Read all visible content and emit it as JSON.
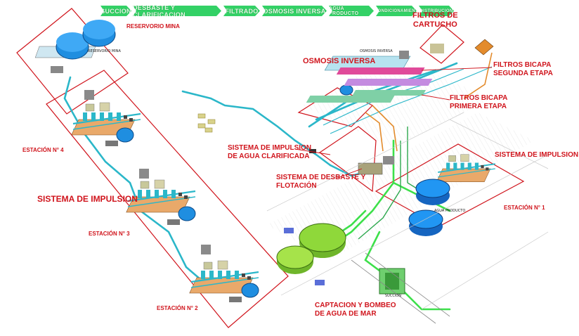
{
  "process_steps": [
    "SUCCION",
    "DESBASTE Y CLARIFICACION",
    "FILTRADO",
    "OSMOSIS INVERSA",
    "AGUA PRODUCTO",
    "ACONDICIONAMIENTO",
    "DISTRIBUCION"
  ],
  "labels": {
    "reservorio": "RESERVORIO MINA",
    "filtros_cartucho": "FILTROS DE\nCARTUCHO",
    "osmosis": "OSMOSIS INVERSA",
    "bicapa_2": "FILTROS BICAPA\nSEGUNDA ETAPA",
    "bicapa_1": "FILTROS BICAPA\nPRIMERA ETAPA",
    "estacion_4": "ESTACIÓN N° 4",
    "impulsion_clarificada": "SISTEMA DE IMPULSION\nDE AGUA CLARIFICADA",
    "impulsion_right": "SISTEMA DE IMPULSION",
    "desbaste": "SISTEMA DE DESBASTE Y\nFLOTACIÓN",
    "impulsion_main": "SISTEMA DE IMPULSION",
    "estacion_1": "ESTACIÓN N° 1",
    "estacion_3": "ESTACIÓN N° 3",
    "captacion": "CAPTACION Y BOMBEO\nDE AGUA DE MAR",
    "estacion_2": "ESTACIÓN N° 2",
    "agua_producto_tank": "AGUA PRODUCTO",
    "osmosis_small": "OSMOSIS INVERSA",
    "succion_box": "SUCCION"
  },
  "colors": {
    "accent_red": "#d0141c",
    "pipe_cyan": "#2bb7c9",
    "pipe_green": "#3de04a",
    "tank_blue": "#1f8ee0",
    "clarifier_green": "#8fd83a"
  }
}
